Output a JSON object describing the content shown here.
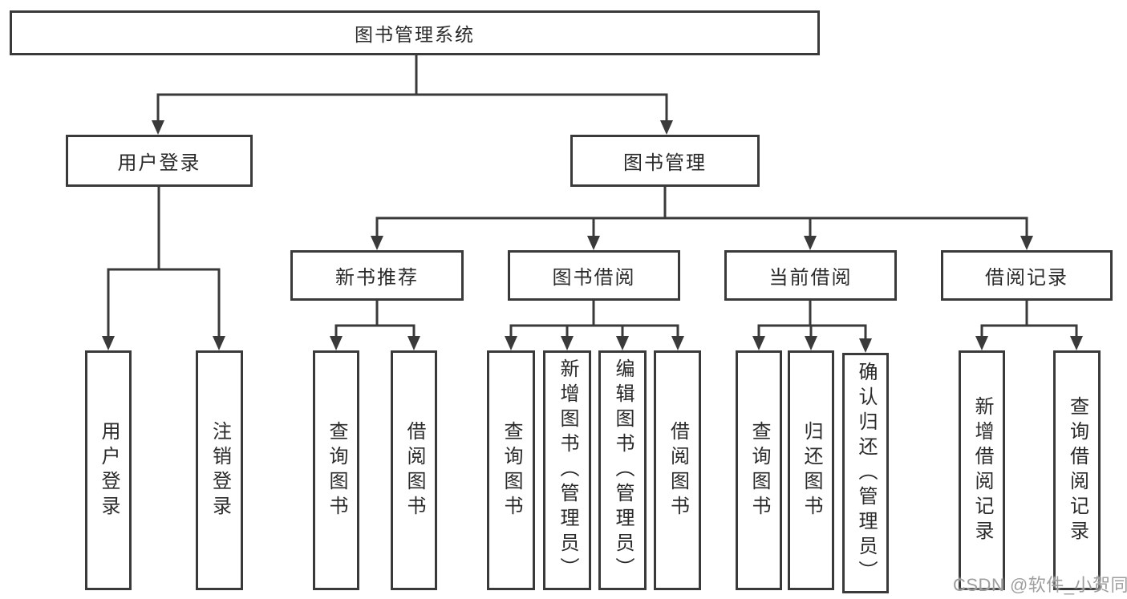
{
  "watermark": {
    "text": "CSDN @软件_小贺同学"
  },
  "colors": {
    "line": "#3a3a3a",
    "box_border": "#3a3a3a",
    "text": "#2a2a2a",
    "watermark": "#9e9e9e",
    "background": "#ffffff"
  },
  "tree": {
    "root": {
      "label": "图书管理系统"
    },
    "branches": [
      {
        "label": "用户登录",
        "children": [
          {
            "label": "用户登录"
          },
          {
            "label": "注销登录"
          }
        ]
      },
      {
        "label": "图书管理",
        "groups": [
          {
            "label": "新书推荐",
            "children": [
              {
                "label": "查询图书"
              },
              {
                "label": "借阅图书"
              }
            ]
          },
          {
            "label": "图书借阅",
            "children": [
              {
                "label": "查询图书"
              },
              {
                "label": "新增图书（管理员）"
              },
              {
                "label": "编辑图书（管理员）"
              },
              {
                "label": "借阅图书"
              }
            ]
          },
          {
            "label": "当前借阅",
            "children": [
              {
                "label": "查询图书"
              },
              {
                "label": "归还图书"
              },
              {
                "label": "确认归还（管理员）"
              }
            ]
          },
          {
            "label": "借阅记录",
            "children": [
              {
                "label": "新增借阅记录"
              },
              {
                "label": "查询借阅记录"
              }
            ]
          }
        ]
      }
    ]
  }
}
